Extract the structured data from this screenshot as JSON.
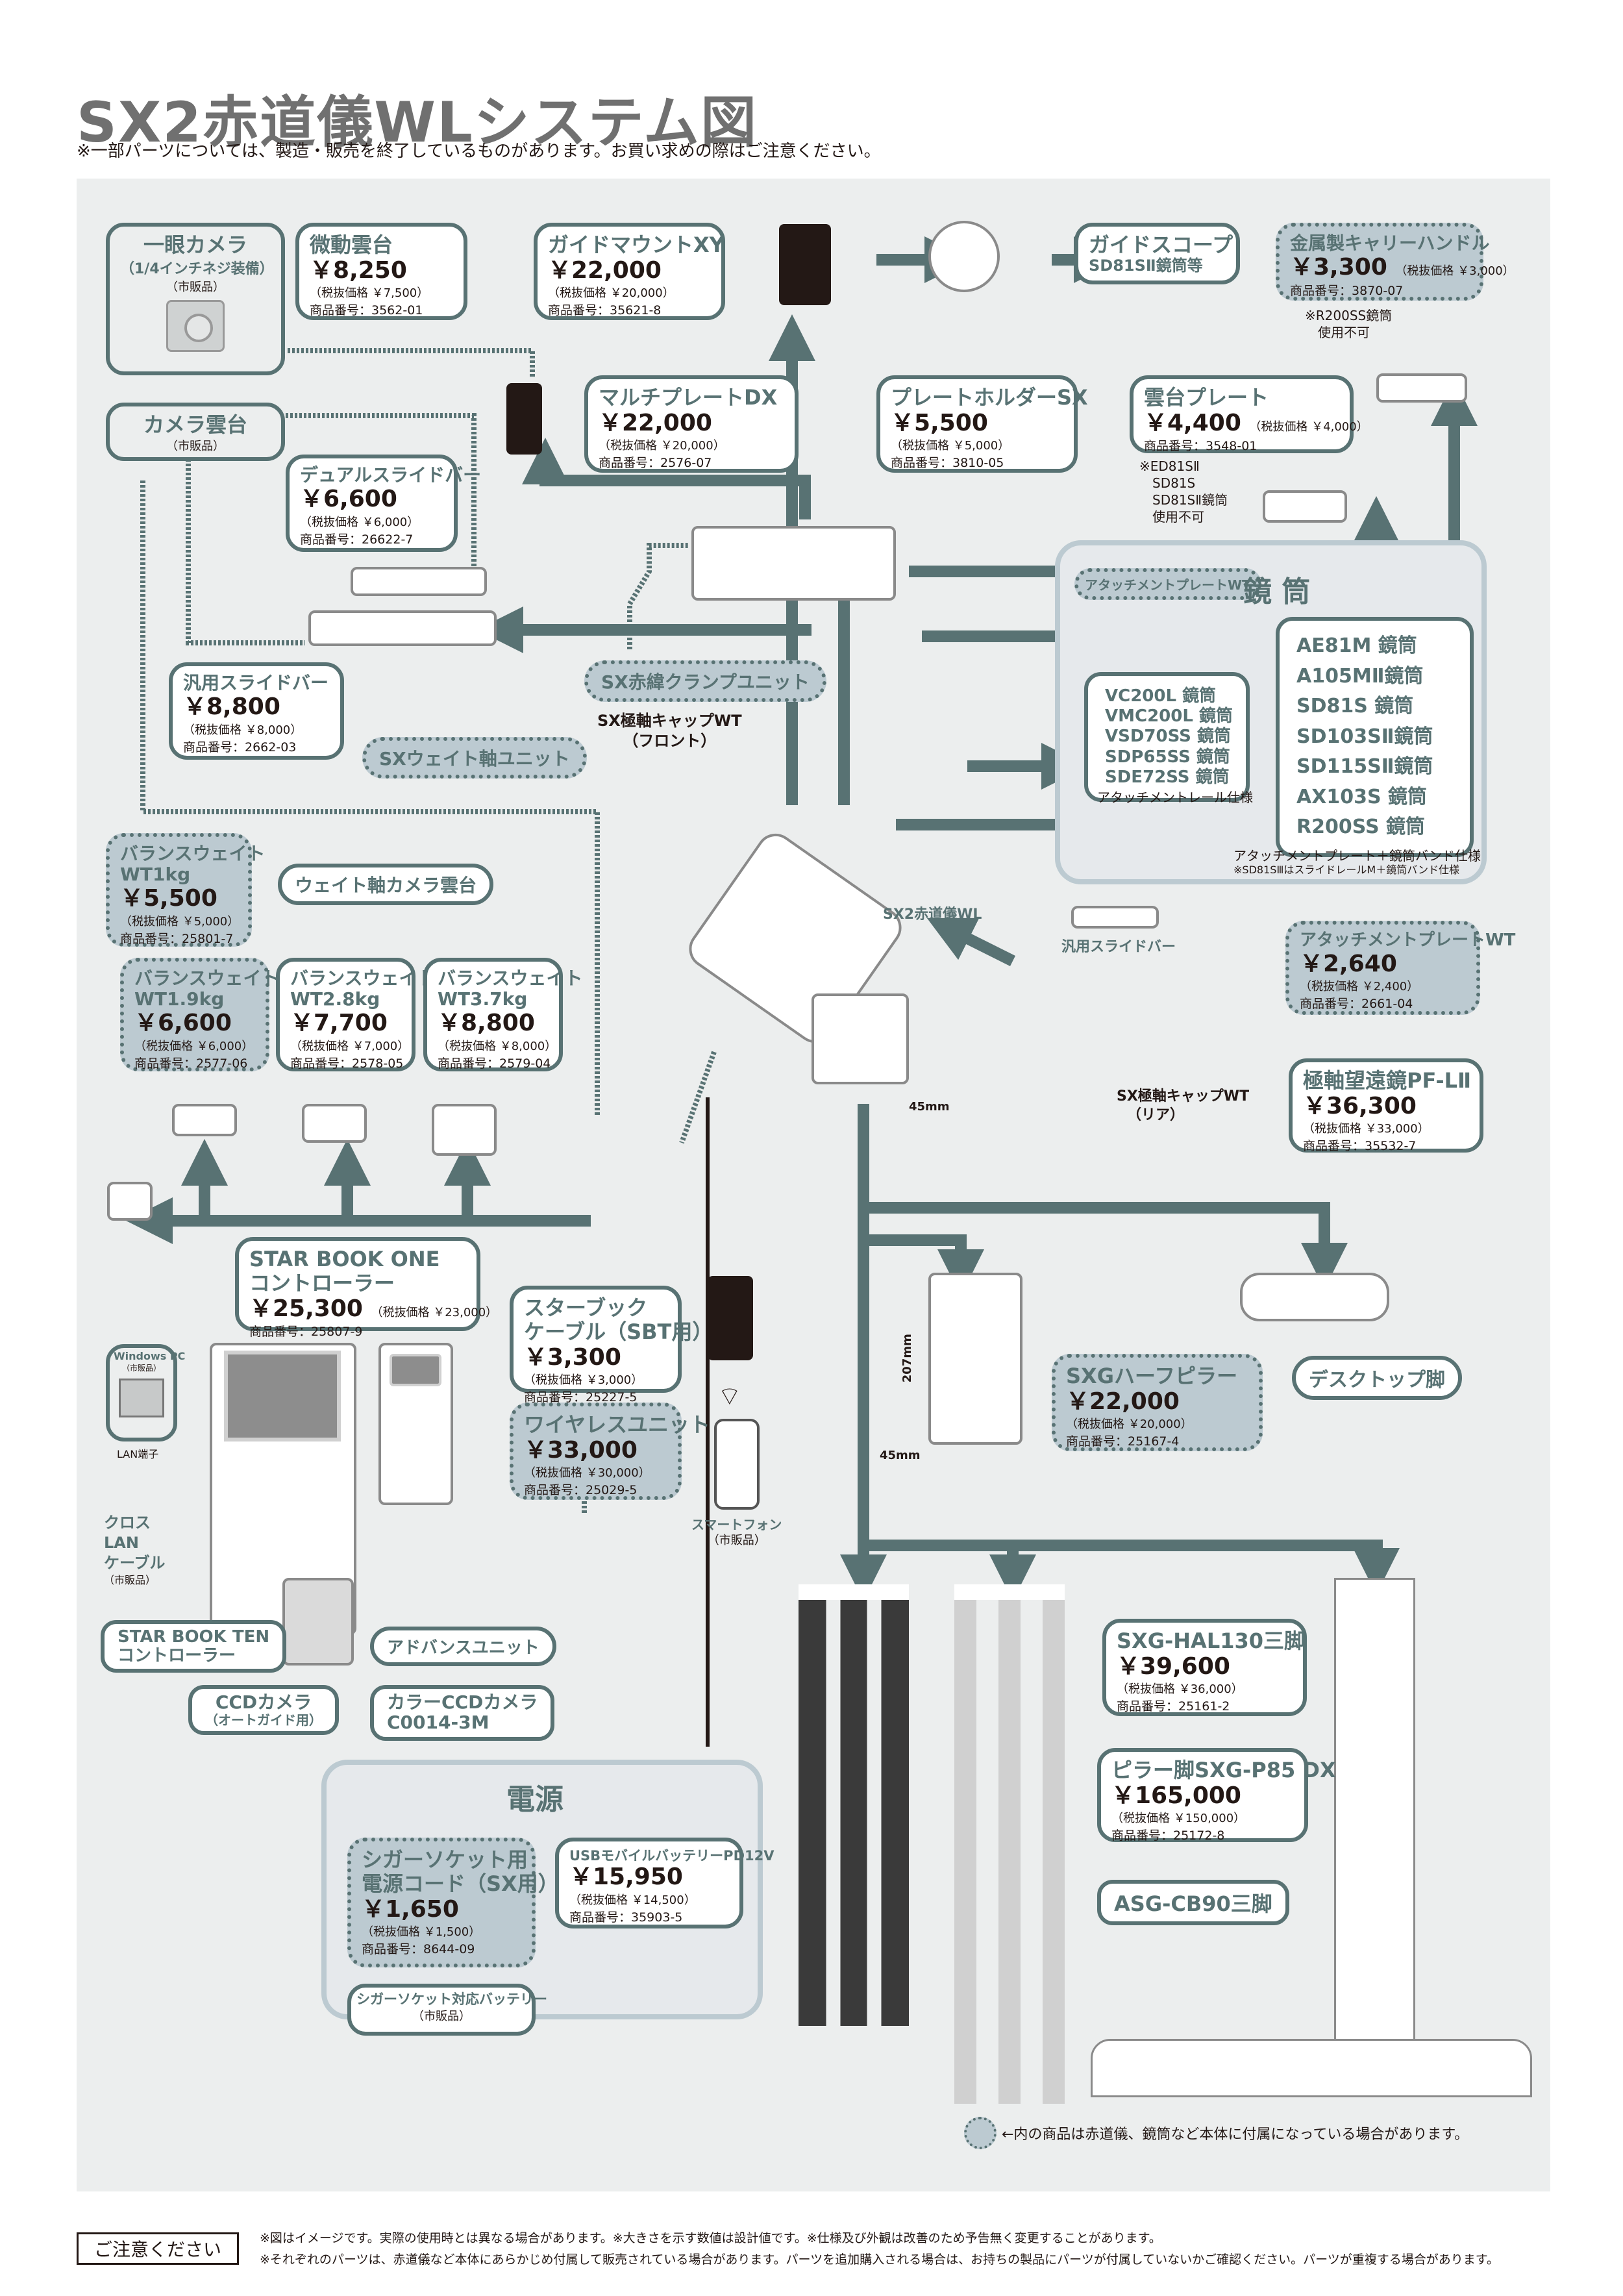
{
  "header": {
    "title": "SX2赤道儀WLシステム図",
    "subtitle": "※一部パーツについては、製造・販売を終了しているものがあります。お買い求めの際はご注意ください。"
  },
  "labels": {
    "tax_prefix": "税抜価格",
    "code_prefix": "商品番号："
  },
  "products": {
    "camera": {
      "name": "一眼カメラ",
      "sub": "（1/4インチネジ装備）",
      "note": "（市販品）"
    },
    "camera_head": {
      "name": "カメラ雲台",
      "note": "（市販品）"
    },
    "micro_head": {
      "name": "微動雲台",
      "price": "￥8,250",
      "tax": "（税抜価格 ￥7,500）",
      "code": "商品番号：3562-01"
    },
    "guide_mount": {
      "name": "ガイドマウントXY",
      "price": "￥22,000",
      "tax": "（税抜価格 ￥20,000）",
      "code": "商品番号：35621-8"
    },
    "guide_scope": {
      "name": "ガイドスコープ",
      "sub": "SD81SⅡ鏡筒等"
    },
    "carry_handle": {
      "name": "金属製キャリーハンドル",
      "price": "￥3,300",
      "tax": "（税抜価格 ￥3,000）",
      "code": "商品番号：3870-07",
      "note1": "※R200SS鏡筒",
      "note2": "使用不可"
    },
    "multi_plate": {
      "name": "マルチプレートDX",
      "price": "￥22,000",
      "tax": "（税抜価格 ￥20,000）",
      "code": "商品番号：2576-07"
    },
    "plate_holder": {
      "name": "プレートホルダーSX",
      "price": "￥5,500",
      "tax": "（税抜価格 ￥5,000）",
      "code": "商品番号：3810-05"
    },
    "head_plate": {
      "name": "雲台プレート",
      "price": "￥4,400",
      "tax": "（税抜価格 ￥4,000）",
      "code": "商品番号：3548-01",
      "notes": [
        "※ED81SⅡ",
        "SD81S",
        "SD81SⅡ鏡筒",
        "使用不可"
      ]
    },
    "dual_slide": {
      "name": "デュアルスライドバー",
      "price": "￥6,600",
      "tax": "（税抜価格 ￥6,000）",
      "code": "商品番号：26622-7"
    },
    "slide_bar": {
      "name": "汎用スライドバー",
      "price": "￥8,800",
      "tax": "（税抜価格 ￥8,000）",
      "code": "商品番号：2662-03"
    },
    "clamp_unit": {
      "name": "SX赤緯クランプユニット"
    },
    "weight_shaft_unit": {
      "name": "SXウェイト軸ユニット"
    },
    "polar_cap_front": {
      "name": "SX極軸キャップWT",
      "sub": "（フロント）"
    },
    "weight_1kg": {
      "name": "バランスウェイト",
      "sub": "WT1kg",
      "price": "￥5,500",
      "tax": "（税抜価格 ￥5,000）",
      "code": "商品番号：25801-7"
    },
    "weight_camera_head": {
      "name": "ウェイト軸カメラ雲台"
    },
    "weight_1_9kg": {
      "name": "バランスウェイト",
      "sub": "WT1.9kg",
      "price": "￥6,600",
      "tax": "（税抜価格 ￥6,000）",
      "code": "商品番号：2577-06"
    },
    "weight_2_8kg": {
      "name": "バランスウェイト",
      "sub": "WT2.8kg",
      "price": "￥7,700",
      "tax": "（税抜価格 ￥7,000）",
      "code": "商品番号：2578-05"
    },
    "weight_3_7kg": {
      "name": "バランスウェイト",
      "sub": "WT3.7kg",
      "price": "￥8,800",
      "tax": "（税抜価格 ￥8,000）",
      "code": "商品番号：2579-04"
    },
    "mount": {
      "name": "SX2赤道儀WL",
      "dim_45": "45mm"
    },
    "slide_bar_small": {
      "name": "汎用スライドバー"
    },
    "attach_plate_wt": {
      "name": "アタッチメントプレートWT",
      "price": "￥2,640",
      "tax": "（税抜価格 ￥2,400）",
      "code": "商品番号：2661-04"
    },
    "polar_cap_rear": {
      "name": "SX極軸キャップWT",
      "sub": "（リア）"
    },
    "polar_scope": {
      "name": "極軸望遠鏡PF-LⅡ",
      "price": "￥36,300",
      "tax": "（税抜価格 ￥33,000）",
      "code": "商品番号：35532-7"
    },
    "starbook_one": {
      "name": "STAR BOOK ONE",
      "sub": "コントローラー",
      "price": "￥25,300",
      "tax": "（税抜価格 ￥23,000）",
      "code": "商品番号：25807-9"
    },
    "starbook_cable": {
      "name": "スターブック",
      "sub": "ケーブル（SBT用）",
      "price": "￥3,300",
      "tax": "（税抜価格 ￥3,000）",
      "code": "商品番号：25227-5"
    },
    "wireless_unit": {
      "name": "ワイヤレスユニット",
      "price": "￥33,000",
      "tax": "（税抜価格 ￥30,000）",
      "code": "商品番号：25029-5"
    },
    "smartphone": {
      "name": "スマートフォン",
      "note": "（市販品）"
    },
    "windows_pc": {
      "name": "Windows PC",
      "note": "（市販品）",
      "lan_port": "LAN端子"
    },
    "cross_lan": {
      "name": "クロス\nLAN\nケーブル",
      "lines": [
        "クロス",
        "LAN",
        "ケーブル"
      ],
      "note": "（市販品）"
    },
    "starbook_ten": {
      "name": "STAR BOOK TEN",
      "sub": "コントローラー"
    },
    "advance_unit": {
      "name": "アドバンスユニット"
    },
    "ccd_camera": {
      "name": "CCDカメラ",
      "sub": "（オートガイド用）"
    },
    "color_ccd": {
      "name": "カラーCCDカメラ",
      "sub": "C0014-3M"
    },
    "half_pillar": {
      "name": "SXGハーフピラー",
      "price": "￥22,000",
      "tax": "（税抜価格 ￥20,000）",
      "code": "商品番号：25167-4",
      "dim_207": "207mm",
      "dim_45": "45mm"
    },
    "desktop_leg": {
      "name": "デスクトップ脚"
    },
    "hal130": {
      "name": "SXG-HAL130三脚",
      "price": "￥39,600",
      "tax": "（税抜価格 ￥36,000）",
      "code": "商品番号：25161-2"
    },
    "pillar_p85": {
      "name": "ピラー脚SXG-P85 DX",
      "price": "￥165,000",
      "tax": "（税抜価格 ￥150,000）",
      "code": "商品番号：25172-8"
    },
    "asg_cb90": {
      "name": "ASG-CB90三脚"
    }
  },
  "tubes": {
    "group_title": "鏡 筒",
    "attach_plate_label": "アタッチメントプレートWT",
    "rail_list": [
      "VC200L 鏡筒",
      "VMC200L 鏡筒",
      "VSD70SS 鏡筒",
      "SDP65SS 鏡筒",
      "SDE72SS 鏡筒"
    ],
    "rail_caption": "アタッチメントレール仕様",
    "band_list": [
      "AE81M 鏡筒",
      "A105MⅡ鏡筒",
      "SD81S 鏡筒",
      "SD103SⅡ鏡筒",
      "SD115SⅡ鏡筒",
      "AX103S 鏡筒",
      "R200SS 鏡筒"
    ],
    "band_caption": "アタッチメントプレート＋鏡筒バンド仕様",
    "band_note": "※SD81SⅢはスライドレールM＋鏡筒バンド仕様"
  },
  "power": {
    "group_title": "電源",
    "cigar_cord": {
      "name1": "シガーソケット用",
      "name2": "電源コード（SX用）",
      "price": "￥1,650",
      "tax": "（税抜価格 ￥1,500）",
      "code": "商品番号：8644-09"
    },
    "usb_battery": {
      "name": "USBモバイルバッテリーPD12V",
      "price": "￥15,950",
      "tax": "（税抜価格 ￥14,500）",
      "code": "商品番号：35903-5"
    },
    "cigar_battery": {
      "name": "シガーソケット対応バッテリー",
      "note": "（市販品）"
    }
  },
  "legend": {
    "text": "←内の商品は赤道儀、鏡筒など本体に付属になっている場合があります。"
  },
  "footer": {
    "label": "ご注意ください",
    "line1": "※図はイメージです。実際の使用時とは異なる場合があります。※大きさを示す数値は設計値です。※仕様及び外観は改善のため予告無く変更することがあります。",
    "line2": "※それぞれのパーツは、赤道儀など本体にあらかじめ付属して販売されている場合があります。パーツを追加購入される場合は、お持ちの製品にパーツが付属していないかご確認ください。パーツが重複する場合があります。"
  },
  "colors": {
    "accent": "#587273",
    "accessory_fill": "#bccad1",
    "panel_bg": "#eceeee",
    "title_gray": "#707070",
    "text": "#231815"
  }
}
